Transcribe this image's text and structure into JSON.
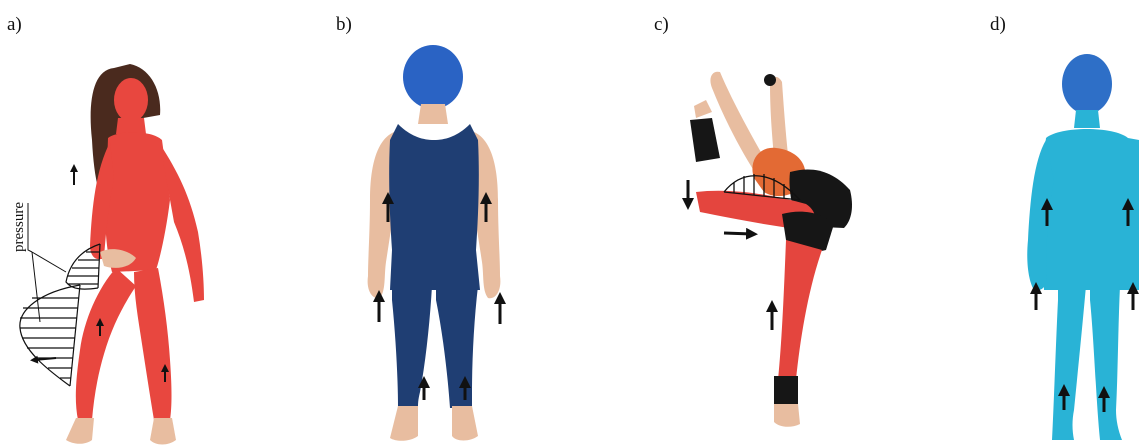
{
  "panels": [
    {
      "label": "a)",
      "suit_color": "#E8473F",
      "head_color": "#E8473F"
    },
    {
      "label": "b)",
      "suit_color": "#1F3E73",
      "head_color": "#2A63C4"
    },
    {
      "label": "c)",
      "suit_color": "#E4453E",
      "head_color": "#E36A34"
    },
    {
      "label": "d)",
      "suit_color": "#29B3D6",
      "head_color": "#2E6FC7"
    }
  ],
  "annotation": {
    "pressure": "pressure"
  },
  "colors": {
    "skin": "#E8BDA0",
    "hair": "#4A2A1E",
    "black": "#161616",
    "arrow": "#111111"
  }
}
